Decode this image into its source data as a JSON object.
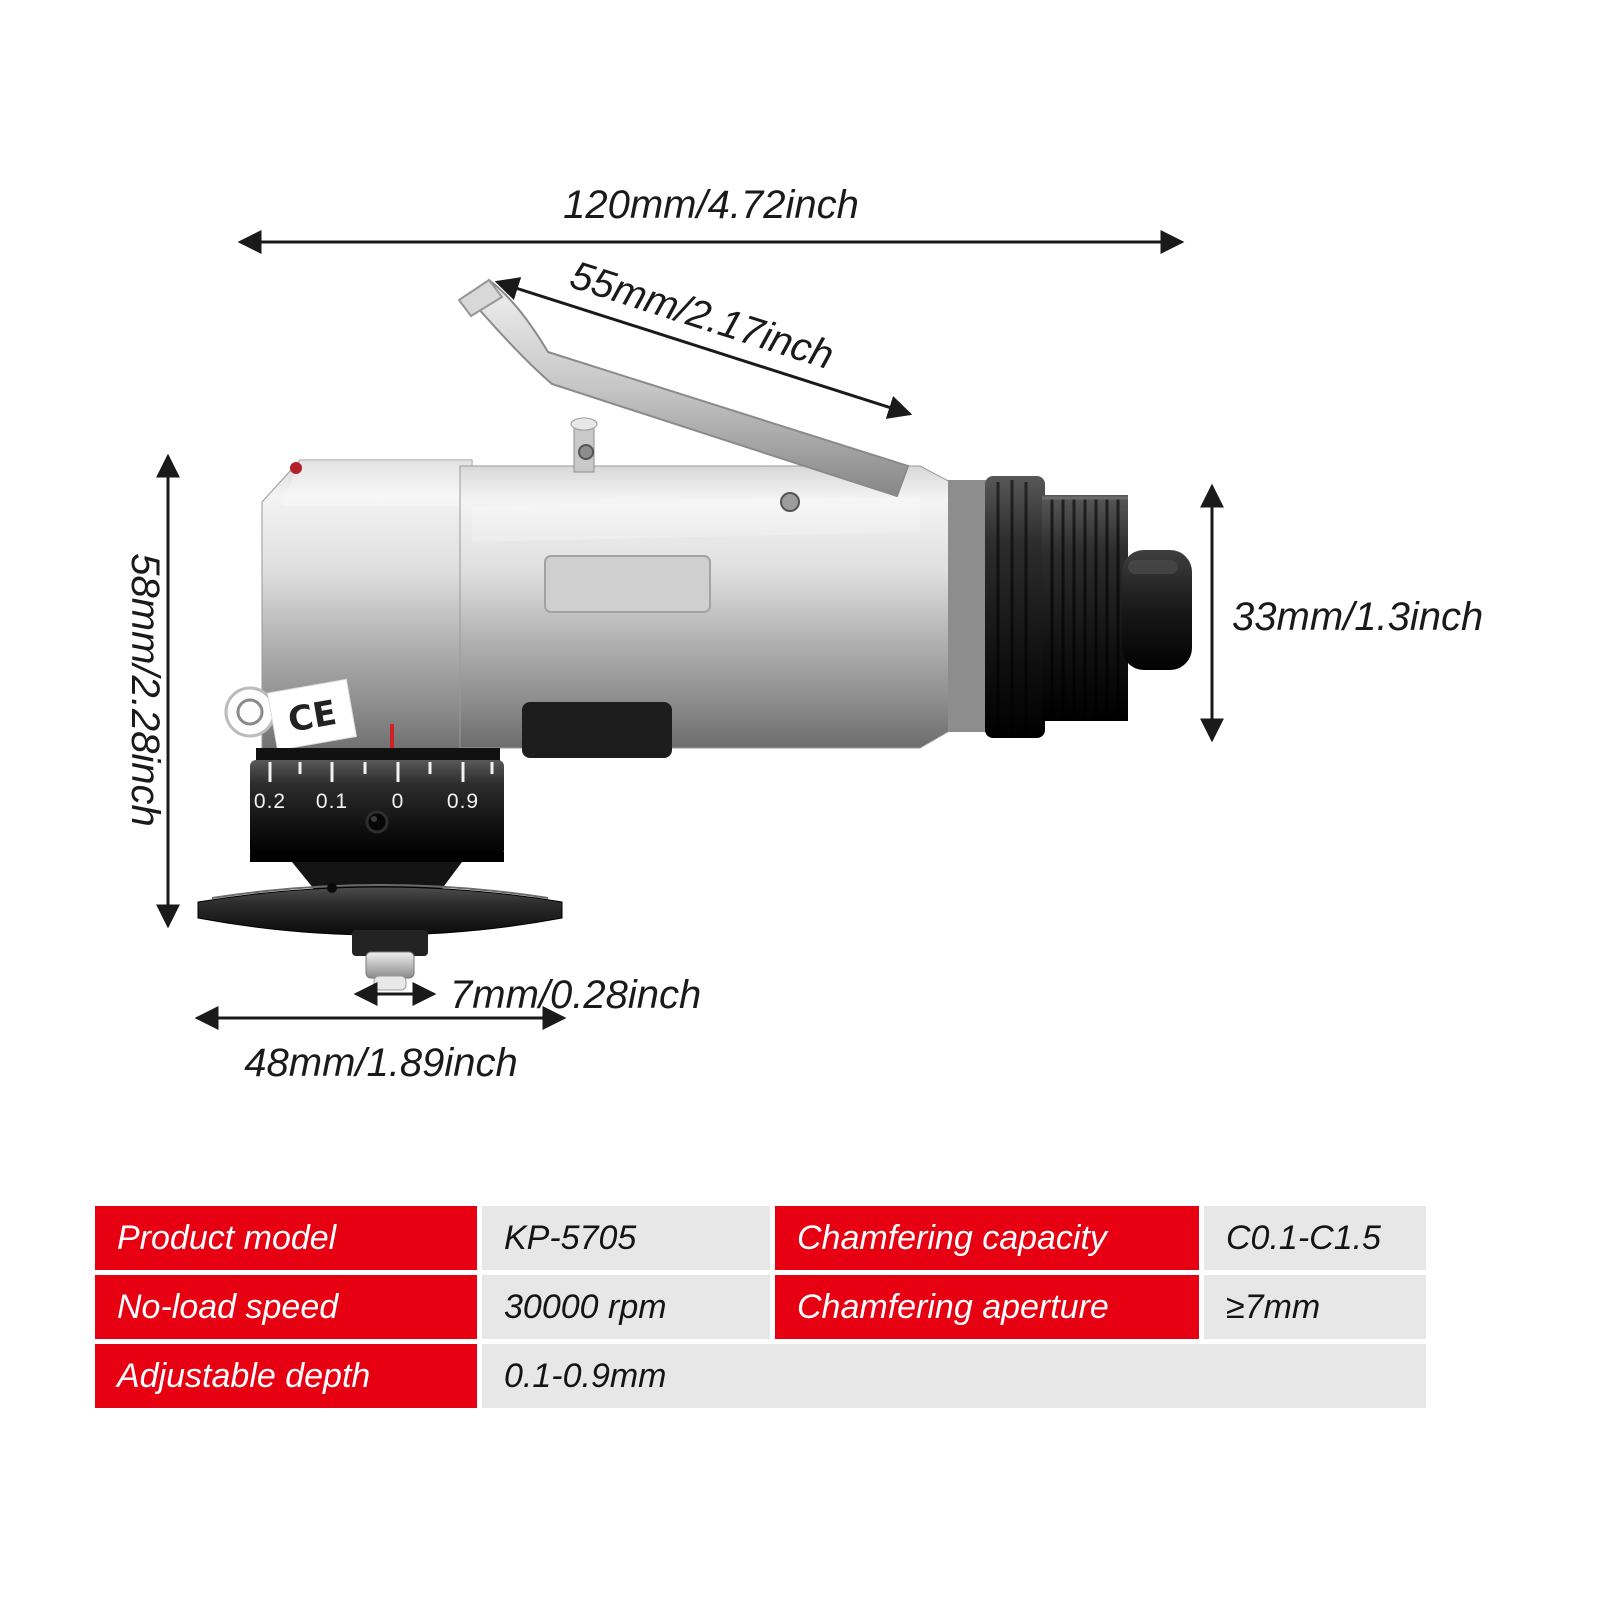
{
  "colors": {
    "table_red": "#e60012",
    "table_gray": "#e7e7e7"
  },
  "dimensions": {
    "overall_length": "120mm/4.72inch",
    "lever_length": "55mm/2.17inch",
    "body_height": "58mm/2.28inch",
    "rear_height": "33mm/1.3inch",
    "cutter_width": "7mm/0.28inch",
    "flange_width": "48mm/1.89inch"
  },
  "product": {
    "ce_mark": "CE",
    "dial_ticks": [
      "0.2",
      "0.1",
      "0",
      "0.9"
    ]
  },
  "spec_table": {
    "rows": {
      "product_model": {
        "label": "Product model",
        "value": "KP-5705"
      },
      "chamfering_capacity": {
        "label": "Chamfering capacity",
        "value": "C0.1-C1.5"
      },
      "no_load_speed": {
        "label": "No-load speed",
        "value": "30000 rpm"
      },
      "chamfering_aperture": {
        "label": "Chamfering aperture",
        "value": "≥7mm"
      },
      "adjustable_depth": {
        "label": "Adjustable depth",
        "value": "0.1-0.9mm"
      }
    }
  }
}
